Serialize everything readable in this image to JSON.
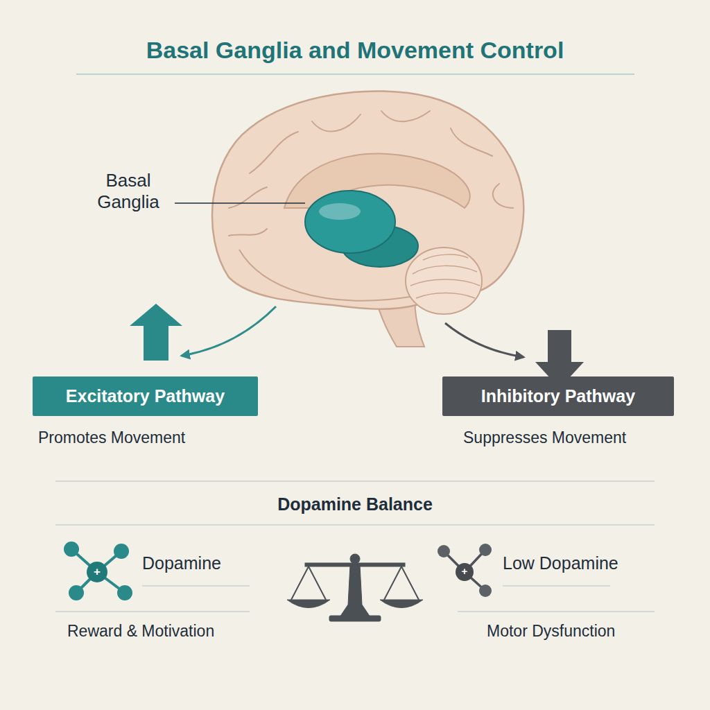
{
  "diagram": {
    "title": "Basal Ganglia and Movement Control",
    "nodes": [
      {
        "text": [
          "Excitatory Pathway",
          "Promotes Movement"
        ]
      },
      {
        "text": [
          "Inhibitory Pathway",
          "Suppresses Movement"
        ]
      }
    ],
    "labels": [
      "Basal Ganglia",
      "Dopamine Balance",
      "+",
      "Dopamine",
      "+",
      "Low Dopamine",
      "Reward & Motivation",
      "Motor Dysfunction"
    ]
  }
}
